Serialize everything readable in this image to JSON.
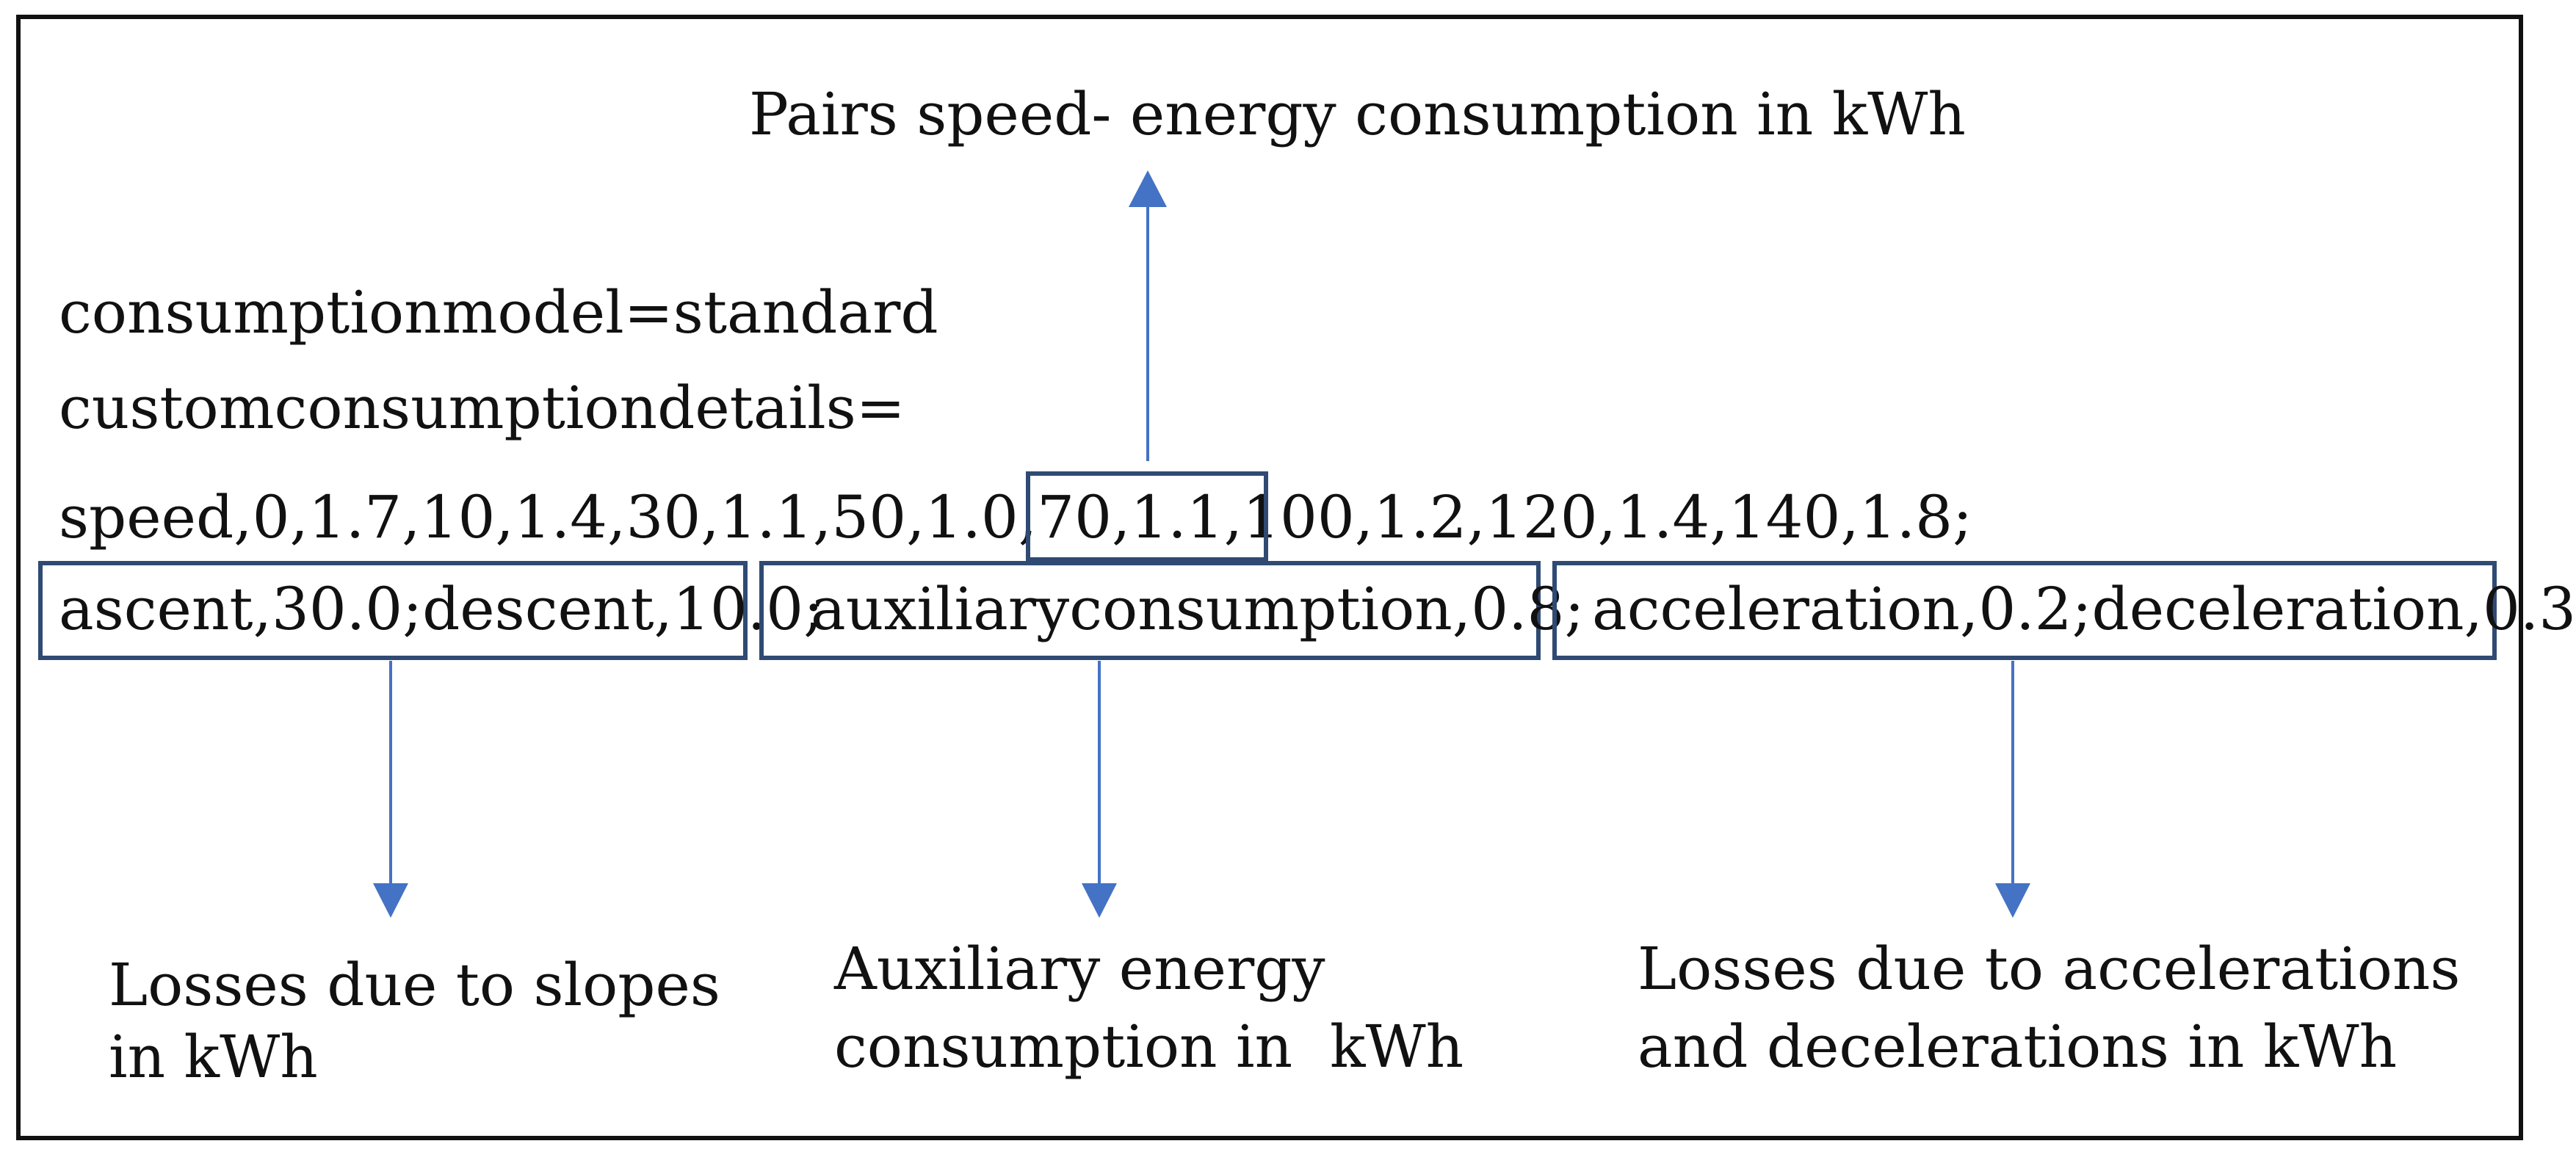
{
  "top_label": "Pairs speed- energy consumption in kWh",
  "config": {
    "line1": "consumptionmodel=standard",
    "line2": "customconsumptiondetails=",
    "line3": "speed,0,1.7,10,1.4,30,1.1,50,1.0,70,1.1,100,1.2,120,1.4,140,1.8;"
  },
  "segments": {
    "slopes": "ascent,30.0;descent,10.0;",
    "auxiliary": "auxiliaryconsumption,0.8;",
    "acceleration": "acceleration,0.2;deceleration,0.3"
  },
  "annotations": {
    "slopes": [
      "Losses due to slopes",
      "in kWh"
    ],
    "auxiliary": [
      "Auxiliary energy",
      "consumption in  kWh"
    ],
    "acceleration": [
      "Losses due to accelerations",
      "and decelerations in kWh"
    ]
  },
  "colors": {
    "arrow": "#4472c4",
    "box_border": "#2f4a73",
    "text": "#111111",
    "frame": "#111111"
  }
}
